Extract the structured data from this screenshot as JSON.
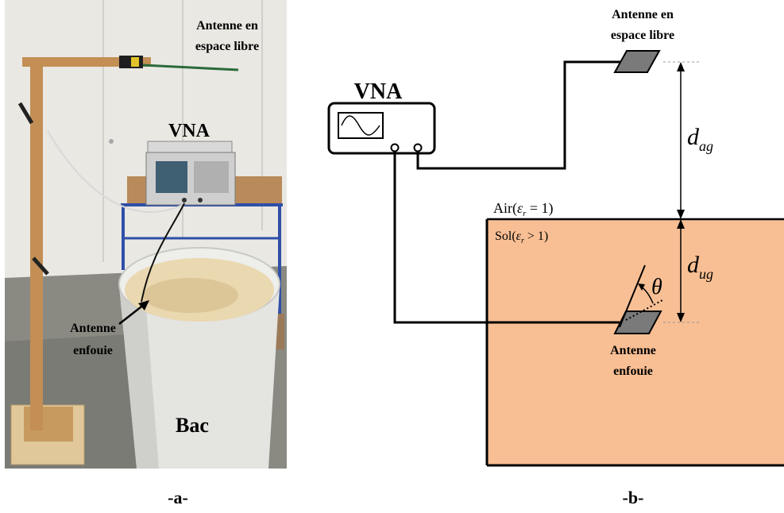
{
  "photo": {
    "label_free_antenna_line1": "Antenne en",
    "label_free_antenna_line2": "espace libre",
    "label_vna": "VNA",
    "label_buried_antenna_line1": "Antenne",
    "label_buried_antenna_line2": "enfouie",
    "label_bin": "Bac",
    "caption": "-a-"
  },
  "diagram": {
    "label_free_antenna_line1": "Antenne en",
    "label_free_antenna_line2": "espace libre",
    "label_vna": "VNA",
    "label_dag_main": "d",
    "label_dag_sub": "ag",
    "label_dug_main": "d",
    "label_dug_sub": "ug",
    "label_theta": "θ",
    "air_label_prefix": "Air(",
    "air_label_eps": "ε",
    "air_label_sub": "r",
    "air_label_suffix": " = 1)",
    "soil_label_prefix": "Sol(",
    "soil_label_eps": "ε",
    "soil_label_sub": "r",
    "soil_label_suffix": " > 1)",
    "label_buried_antenna_line1": "Antenne",
    "label_buried_antenna_line2": "enfouie",
    "caption": "-b-",
    "colors": {
      "soil": "#f8bf94",
      "antenna": "#7a7a7a",
      "line": "#000000"
    }
  }
}
